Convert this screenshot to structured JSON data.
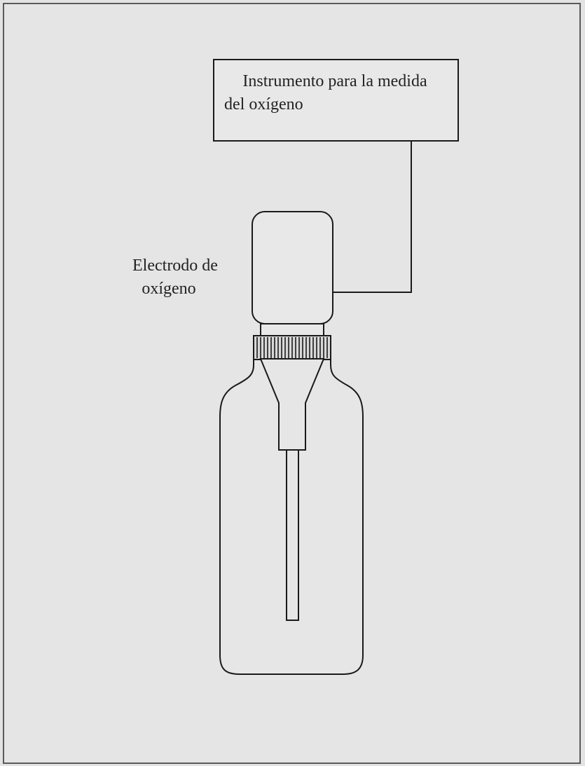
{
  "diagram": {
    "instrument_label_line1": "Instrumento para la medida",
    "instrument_label_line2": "del oxígeno",
    "electrode_label_line1": "Electrodo de",
    "electrode_label_line2": "oxígeno"
  },
  "colors": {
    "background": "#e4e4e4",
    "lines": "#1a1a1a",
    "text": "#222222"
  }
}
